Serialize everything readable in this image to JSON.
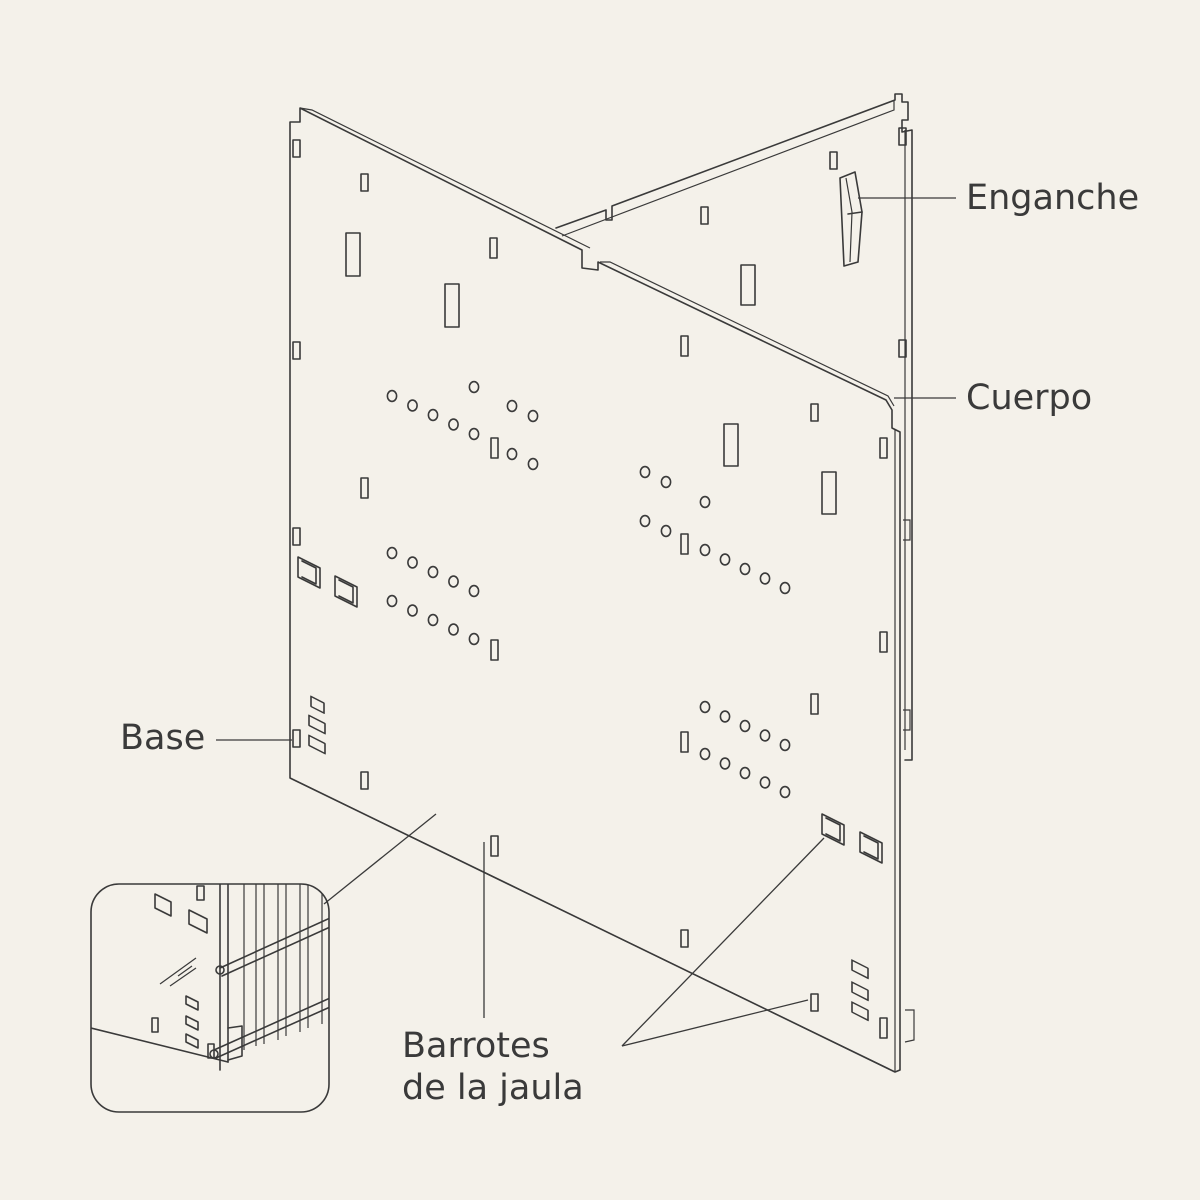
{
  "labels": {
    "enganche": "Enganche",
    "cuerpo": "Cuerpo",
    "base": "Base",
    "barrotes_line1": "Barrotes",
    "barrotes_line2": "de la jaula"
  },
  "colors": {
    "background": "#f4f1ea",
    "line": "#3a3a3a"
  }
}
